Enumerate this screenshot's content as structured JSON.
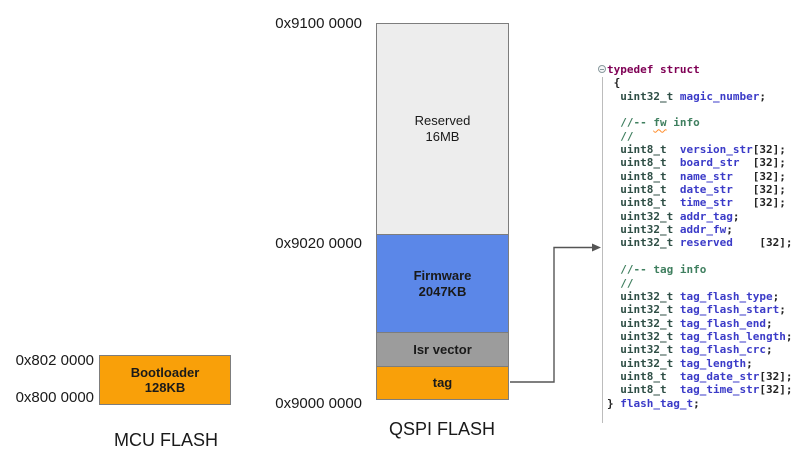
{
  "mcu": {
    "caption": "MCU FLASH",
    "addr_top": "0x802 0000",
    "addr_bottom": "0x800 0000",
    "bootloader": {
      "line1": "Bootloader",
      "line2": "128KB"
    }
  },
  "qspi": {
    "caption": "QSPI FLASH",
    "addr_top": "0x9100 0000",
    "addr_mid": "0x9020 0000",
    "addr_bottom": "0x9000 0000",
    "sections": [
      {
        "name": "reserved",
        "line1": "Reserved",
        "line2": "16MB"
      },
      {
        "name": "firmware",
        "line1": "Firmware",
        "line2": "2047KB"
      },
      {
        "name": "isr-vector",
        "line1": "Isr vector"
      },
      {
        "name": "tag",
        "line1": "tag"
      }
    ]
  },
  "colors": {
    "block-border": "#7d7d7d",
    "orange": "#f9a009",
    "blue": "#5b87e8",
    "gray": "#9c9c9c",
    "light": "#ededed",
    "arrow": "#555555",
    "kw": "#7f0055",
    "ty": "#2f4f46",
    "va": "#3b3bc8",
    "pl": "#222222",
    "cm": "#3f7f5f",
    "squiggle": "#ff8c2a",
    "fold": "#8a9a9e",
    "scope-line": "#bcbcbc"
  },
  "icons": {
    "fold": "collapse-minus-icon",
    "arrow": "right-arrowhead-icon"
  },
  "code": {
    "lines": [
      [
        {
          "c": "kw",
          "t": "typedef struct"
        }
      ],
      [
        {
          "c": "pl",
          "t": " {"
        }
      ],
      [
        {
          "c": "pl",
          "t": "  "
        },
        {
          "c": "ty",
          "t": "uint32_t"
        },
        {
          "c": "pl",
          "t": " "
        },
        {
          "c": "va",
          "t": "magic_number"
        },
        {
          "c": "pl",
          "t": ";"
        }
      ],
      [],
      [
        {
          "c": "cm",
          "t": "  //-- "
        },
        {
          "c": "cm sq",
          "t": "fw"
        },
        {
          "c": "cm",
          "t": " info"
        }
      ],
      [
        {
          "c": "cm",
          "t": "  //"
        }
      ],
      [
        {
          "c": "pl",
          "t": "  "
        },
        {
          "c": "ty",
          "t": "uint8_t"
        },
        {
          "c": "pl",
          "t": "  "
        },
        {
          "c": "va",
          "t": "version_str"
        },
        {
          "c": "pl",
          "t": "[32];"
        }
      ],
      [
        {
          "c": "pl",
          "t": "  "
        },
        {
          "c": "ty",
          "t": "uint8_t"
        },
        {
          "c": "pl",
          "t": "  "
        },
        {
          "c": "va",
          "t": "board_str"
        },
        {
          "c": "pl",
          "t": "  [32];"
        }
      ],
      [
        {
          "c": "pl",
          "t": "  "
        },
        {
          "c": "ty",
          "t": "uint8_t"
        },
        {
          "c": "pl",
          "t": "  "
        },
        {
          "c": "va",
          "t": "name_str"
        },
        {
          "c": "pl",
          "t": "   [32];"
        }
      ],
      [
        {
          "c": "pl",
          "t": "  "
        },
        {
          "c": "ty",
          "t": "uint8_t"
        },
        {
          "c": "pl",
          "t": "  "
        },
        {
          "c": "va",
          "t": "date_str"
        },
        {
          "c": "pl",
          "t": "   [32];"
        }
      ],
      [
        {
          "c": "pl",
          "t": "  "
        },
        {
          "c": "ty",
          "t": "uint8_t"
        },
        {
          "c": "pl",
          "t": "  "
        },
        {
          "c": "va",
          "t": "time_str"
        },
        {
          "c": "pl",
          "t": "   [32];"
        }
      ],
      [
        {
          "c": "pl",
          "t": "  "
        },
        {
          "c": "ty",
          "t": "uint32_t"
        },
        {
          "c": "pl",
          "t": " "
        },
        {
          "c": "va",
          "t": "addr_tag"
        },
        {
          "c": "pl",
          "t": ";"
        }
      ],
      [
        {
          "c": "pl",
          "t": "  "
        },
        {
          "c": "ty",
          "t": "uint32_t"
        },
        {
          "c": "pl",
          "t": " "
        },
        {
          "c": "va",
          "t": "addr_fw"
        },
        {
          "c": "pl",
          "t": ";"
        }
      ],
      [
        {
          "c": "pl",
          "t": "  "
        },
        {
          "c": "ty",
          "t": "uint32_t"
        },
        {
          "c": "pl",
          "t": " "
        },
        {
          "c": "va",
          "t": "reserved"
        },
        {
          "c": "pl",
          "t": "    [32];"
        }
      ],
      [],
      [
        {
          "c": "cm",
          "t": "  //-- tag info"
        }
      ],
      [
        {
          "c": "cm",
          "t": "  //"
        }
      ],
      [
        {
          "c": "pl",
          "t": "  "
        },
        {
          "c": "ty",
          "t": "uint32_t"
        },
        {
          "c": "pl",
          "t": " "
        },
        {
          "c": "va",
          "t": "tag_flash_type"
        },
        {
          "c": "pl",
          "t": ";"
        }
      ],
      [
        {
          "c": "pl",
          "t": "  "
        },
        {
          "c": "ty",
          "t": "uint32_t"
        },
        {
          "c": "pl",
          "t": " "
        },
        {
          "c": "va",
          "t": "tag_flash_start"
        },
        {
          "c": "pl",
          "t": ";"
        }
      ],
      [
        {
          "c": "pl",
          "t": "  "
        },
        {
          "c": "ty",
          "t": "uint32_t"
        },
        {
          "c": "pl",
          "t": " "
        },
        {
          "c": "va",
          "t": "tag_flash_end"
        },
        {
          "c": "pl",
          "t": ";"
        }
      ],
      [
        {
          "c": "pl",
          "t": "  "
        },
        {
          "c": "ty",
          "t": "uint32_t"
        },
        {
          "c": "pl",
          "t": " "
        },
        {
          "c": "va",
          "t": "tag_flash_length"
        },
        {
          "c": "pl",
          "t": ";"
        }
      ],
      [
        {
          "c": "pl",
          "t": "  "
        },
        {
          "c": "ty",
          "t": "uint32_t"
        },
        {
          "c": "pl",
          "t": " "
        },
        {
          "c": "va",
          "t": "tag_flash_crc"
        },
        {
          "c": "pl",
          "t": ";"
        }
      ],
      [
        {
          "c": "pl",
          "t": "  "
        },
        {
          "c": "ty",
          "t": "uint32_t"
        },
        {
          "c": "pl",
          "t": " "
        },
        {
          "c": "va",
          "t": "tag_length"
        },
        {
          "c": "pl",
          "t": ";"
        }
      ],
      [
        {
          "c": "pl",
          "t": "  "
        },
        {
          "c": "ty",
          "t": "uint8_t"
        },
        {
          "c": "pl",
          "t": "  "
        },
        {
          "c": "va",
          "t": "tag_date_str"
        },
        {
          "c": "pl",
          "t": "[32];"
        }
      ],
      [
        {
          "c": "pl",
          "t": "  "
        },
        {
          "c": "ty",
          "t": "uint8_t"
        },
        {
          "c": "pl",
          "t": "  "
        },
        {
          "c": "va",
          "t": "tag_time_str"
        },
        {
          "c": "pl",
          "t": "[32];"
        }
      ],
      [
        {
          "c": "pl",
          "t": "} "
        },
        {
          "c": "va",
          "t": "flash_tag_t"
        },
        {
          "c": "pl",
          "t": ";"
        }
      ]
    ]
  }
}
